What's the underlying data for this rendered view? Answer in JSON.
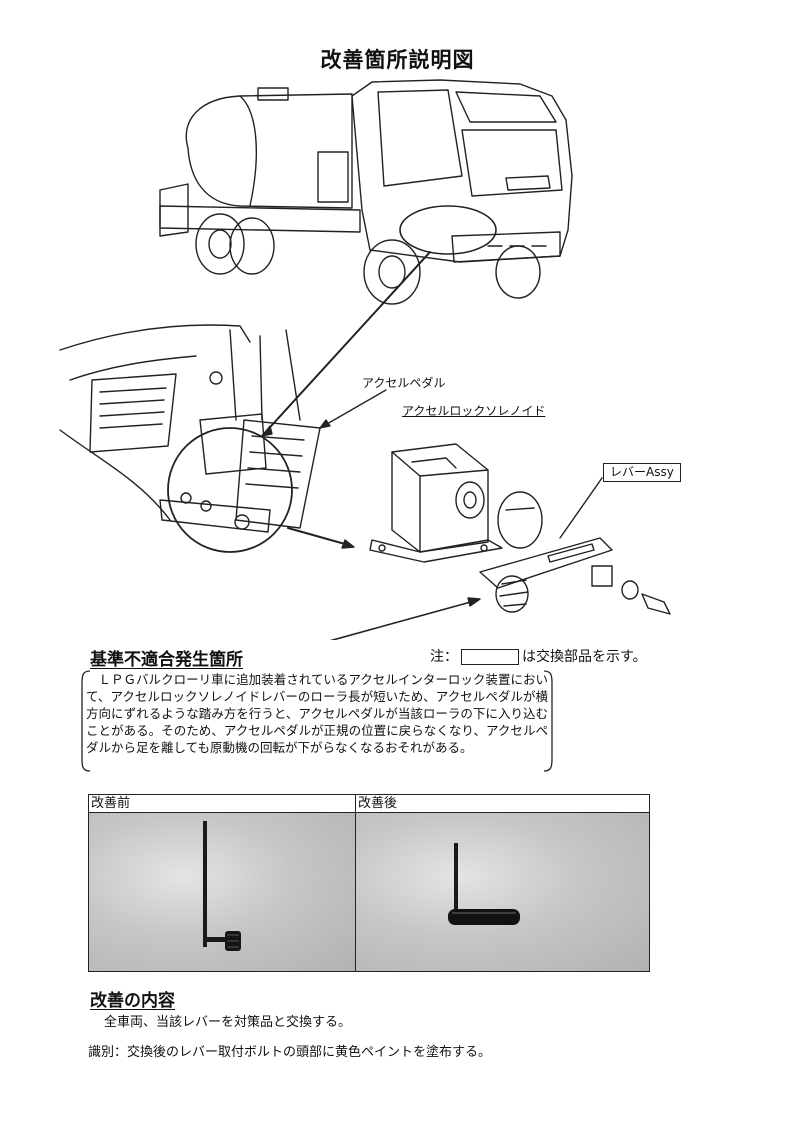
{
  "document": {
    "title": "改善箇所説明図",
    "labels": {
      "accelerator_pedal": "アクセルペダル",
      "accel_lock_solenoid": "アクセルロックソレノイド",
      "lever_assy": "レバーAssy"
    },
    "defect_heading": "基準不適合発生箇所",
    "note_prefix": "注：",
    "note_suffix": "は交換部品を示す。",
    "defect_description": "ＬＰＧバルクローリ車に追加装着されているアクセルインターロック装置において、アクセルロックソレノイドレバーのローラ長が短いため、アクセルペダルが横方向にずれるような踏み方を行うと、アクセルペダルが当該ローラの下に入り込むことがある。そのため、アクセルペダルが正規の位置に戻らなくなり、アクセルペダルから足を離しても原動機の回転が下がらなくなるおそれがある。",
    "comparison": {
      "before_label": "改善前",
      "after_label": "改善後"
    },
    "improvement_heading": "改善の内容",
    "improvement_body": "全車両、当該レバーを対策品と交換する。",
    "identification": "識別：交換後のレバー取付ボルトの頭部に黄色ペイントを塗布する。"
  },
  "colors": {
    "ink": "#111111",
    "photo_bg": "#c6c6c6"
  }
}
